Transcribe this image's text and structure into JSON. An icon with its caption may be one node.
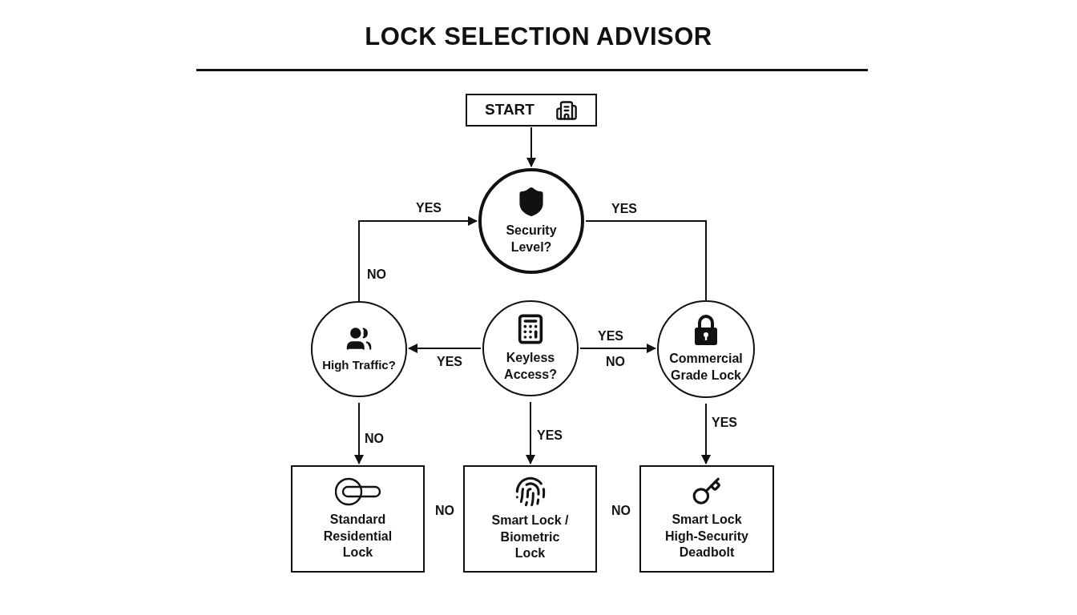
{
  "diagram": {
    "title": "LOCK SELECTION ADVISOR",
    "nodes": [
      {
        "text": [
          "START"
        ]
      },
      {
        "text": [
          "Security Level?"
        ]
      },
      {
        "text": [
          "High Traffic?"
        ]
      },
      {
        "text": [
          "Keyless Access?"
        ]
      },
      {
        "text": [
          "Commercial Grade Lock"
        ]
      },
      {
        "text": [
          "Standard Residential Lock"
        ]
      },
      {
        "text": [
          "Smart Lock / Biometric Lock"
        ]
      },
      {
        "text": [
          "Smart Lock High-Security Deadbolt"
        ]
      }
    ],
    "edges": [
      {
        "from": 0,
        "to": 1,
        "arrow": "to"
      },
      {
        "from": 2,
        "to": 1,
        "arrow": "to",
        "label": "YES"
      },
      {
        "from": 1,
        "to": 4,
        "arrow": "none",
        "label": "YES"
      },
      {
        "from": 3,
        "to": 2,
        "arrow": "to",
        "label": "YES"
      },
      {
        "from": 3,
        "to": 4,
        "arrow": "to",
        "label": "YES"
      },
      {
        "from": 2,
        "to": 5,
        "arrow": "to",
        "label": "NO"
      },
      {
        "from": 3,
        "to": 6,
        "arrow": "to",
        "label": "YES"
      },
      {
        "from": 4,
        "to": 7,
        "arrow": "to",
        "label": "YES"
      }
    ],
    "labels": [
      "NO",
      "NO",
      "NO",
      "NO"
    ]
  }
}
